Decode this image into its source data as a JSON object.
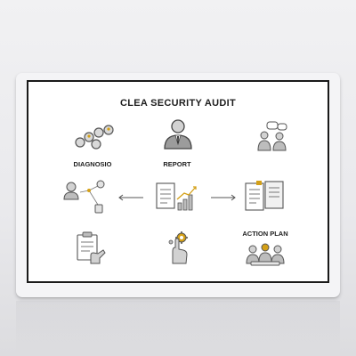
{
  "board": {
    "title": "CLEA SECURITY AUDIT",
    "labels": {
      "diagnosis": "DIAGNOSIO",
      "report": "REPORT",
      "action_plan": "ACTION PLAN"
    }
  },
  "icons": {
    "top_left": "user-group-network-icon",
    "top_center": "businessman-icon",
    "top_right": "discussion-people-icon",
    "mid_left": "user-network-icon",
    "left_arrow": "arrow-left-icon",
    "center": "report-chart-icon",
    "right_arrow": "arrow-right-icon",
    "mid_right": "documents-icon",
    "bottom_left": "clipboard-hand-icon",
    "bottom_center": "hand-gear-icon",
    "bottom_right": "team-meeting-icon"
  },
  "colors": {
    "accent": "#d4a017",
    "stroke": "#4a4a4a",
    "fill": "#cfcfcf"
  }
}
